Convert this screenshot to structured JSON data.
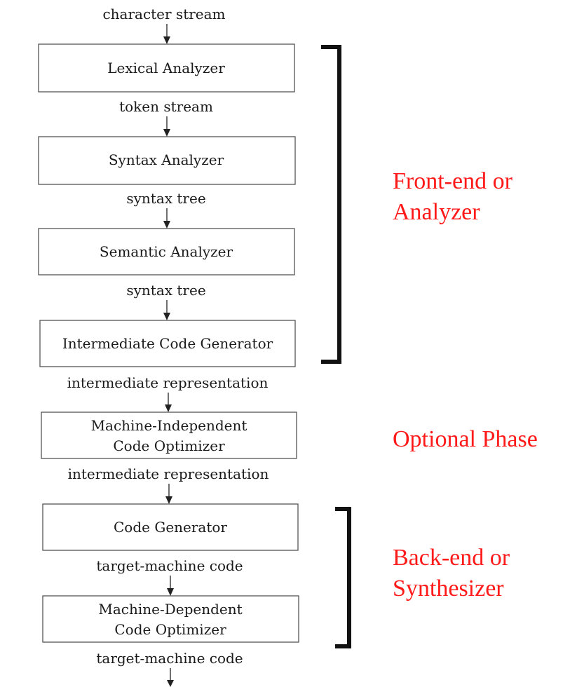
{
  "flow_labels": {
    "character_stream": "character stream",
    "token_stream": "token stream",
    "syntax_tree_1": "syntax tree",
    "syntax_tree_2": "syntax tree",
    "intermediate_rep_1": "intermediate representation",
    "intermediate_rep_2": "intermediate representation",
    "target_code_1": "target-machine code",
    "target_code_2": "target-machine code"
  },
  "phases": {
    "lexical": "Lexical Analyzer",
    "syntax": "Syntax Analyzer",
    "semantic": "Semantic Analyzer",
    "intermediate": "Intermediate Code Generator",
    "mi_optimizer_line1": "Machine-Independent",
    "mi_optimizer_line2": "Code Optimizer",
    "code_generator": "Code Generator",
    "md_optimizer_line1": "Machine-Dependent",
    "md_optimizer_line2": "Code Optimizer"
  },
  "groups": {
    "front_end_line1": "Front-end or",
    "front_end_line2": "Analyzer",
    "optional": "Optional Phase",
    "back_end_line1": "Back-end or",
    "back_end_line2": "Synthesizer"
  },
  "colors": {
    "group_label": "#ff1a1a",
    "box_border": "#555555",
    "text": "#1a1a1a"
  }
}
